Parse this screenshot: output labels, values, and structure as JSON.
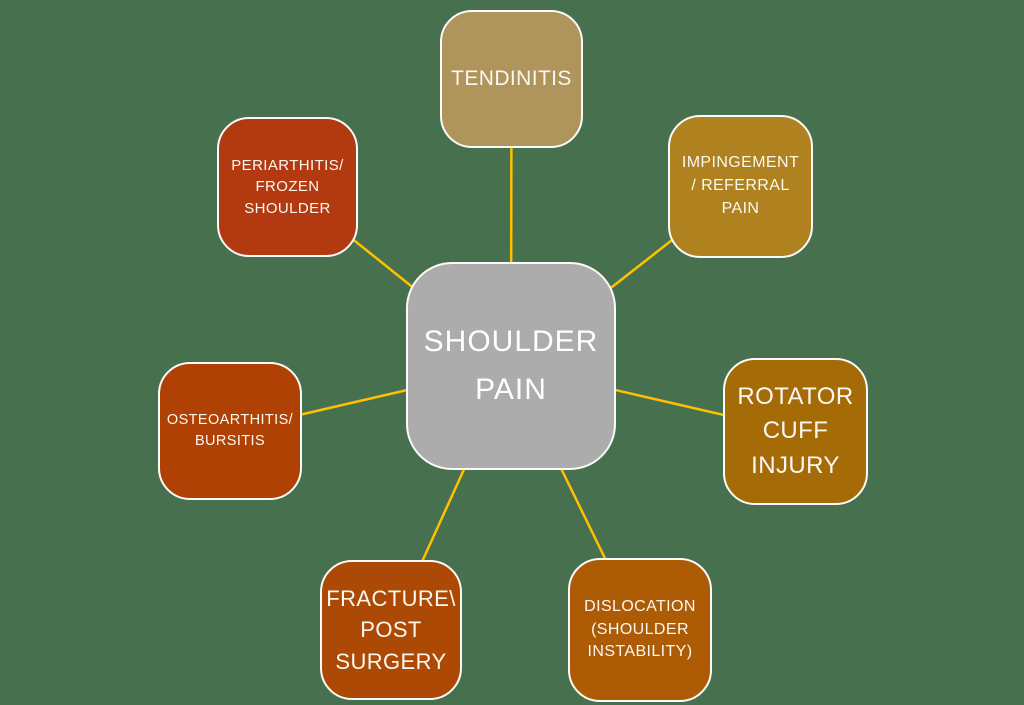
{
  "diagram": {
    "type": "radial-spoke-diagram",
    "background_color": "#47704E",
    "connector_color": "#FFC000",
    "hub": {
      "label": "SHOULDER\nPAIN",
      "color": "#ACACAC",
      "text_color": "#FFFFFF"
    },
    "nodes": [
      {
        "id": "tendinitis",
        "label": "TENDINITIS",
        "color": "#AF945C"
      },
      {
        "id": "impingement-referral-pain",
        "label": "IMPINGEMENT\n/ REFERRAL\nPAIN",
        "color": "#B0811F"
      },
      {
        "id": "rotator-cuff-injury",
        "label": "ROTATOR\nCUFF\nINJURY",
        "color": "#A56B06"
      },
      {
        "id": "dislocation-shoulder-instability",
        "label": "DISLOCATION\n(SHOULDER\nINSTABILITY)",
        "color": "#AE5B06"
      },
      {
        "id": "fracture-post-surgery",
        "label": "FRACTURE\\\nPOST\nSURGERY",
        "color": "#AC4A05"
      },
      {
        "id": "osteoarthitis-bursitis",
        "label": "OSTEOARTHITIS/\nBURSITIS",
        "color": "#AF4104"
      },
      {
        "id": "periarthritis-frozen-shoulder",
        "label": "PERIARTHITIS/\nFROZEN\nSHOULDER",
        "color": "#B33A10"
      }
    ]
  }
}
